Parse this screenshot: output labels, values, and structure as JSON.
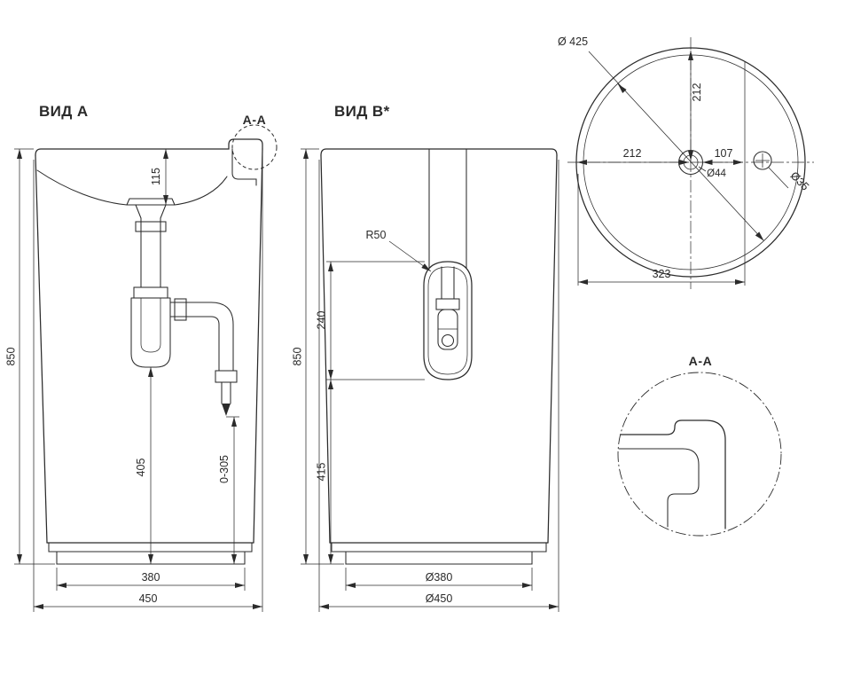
{
  "colors": {
    "line": "#2b2b2b",
    "background": "#ffffff"
  },
  "view_a": {
    "title": "ВИД А",
    "callout": "А-А",
    "dims": {
      "height": "850",
      "depth": "115",
      "trap_height": "405",
      "outlet_range": "0-305",
      "foot_width": "380",
      "overall_width": "450"
    }
  },
  "view_b": {
    "title": "ВИД В*",
    "radius_label": "R50",
    "dims": {
      "height": "850",
      "recess_height": "240",
      "lower_height": "415",
      "foot_diameter": "Ø380",
      "overall_diameter": "Ø450"
    }
  },
  "top_view": {
    "dims": {
      "diameter": "Ø 425",
      "vertical_radius": "212",
      "horizontal_radius": "212",
      "tap_offset": "107",
      "drain_diameter": "Ø44",
      "tap_hole_diameter": "Ø35",
      "flat_width": "323"
    }
  },
  "detail_aa": {
    "title": "А-А"
  }
}
